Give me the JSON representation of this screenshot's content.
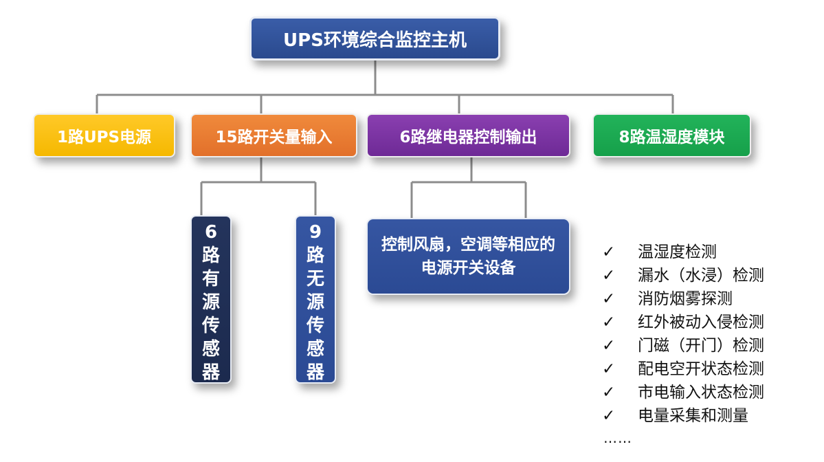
{
  "root": {
    "label": "UPS环境综合监控主机"
  },
  "branches": {
    "ups": "1路UPS电源",
    "switch_input": "15路开关量输入",
    "relay_output": "6路继电器控制输出",
    "temp_humidity": "8路温湿度模块"
  },
  "switch_children": {
    "active": "6路有源传感器",
    "passive": "9路无源传感器"
  },
  "relay_children": {
    "fan": "控制风扇，空调等相应的电源开关设备"
  },
  "features": {
    "check_glyph": "✓",
    "items": [
      "温湿度检测",
      "漏水（水浸）检测",
      "消防烟雾探测",
      "红外被动入侵检测",
      "门磁（开门）检测",
      "配电空开状态检测",
      "市电输入状态检测",
      "电量采集和测量"
    ],
    "more": "……"
  },
  "colors": {
    "root": "#2f4f98",
    "ups": "#f7bc10",
    "switch_input": "#e77a32",
    "relay_output": "#7a329f",
    "temp_humidity": "#1ba650",
    "active_sensor": "#1f2e52",
    "passive_sensor": "#2f4f98",
    "connector": "#8c8c8c"
  }
}
